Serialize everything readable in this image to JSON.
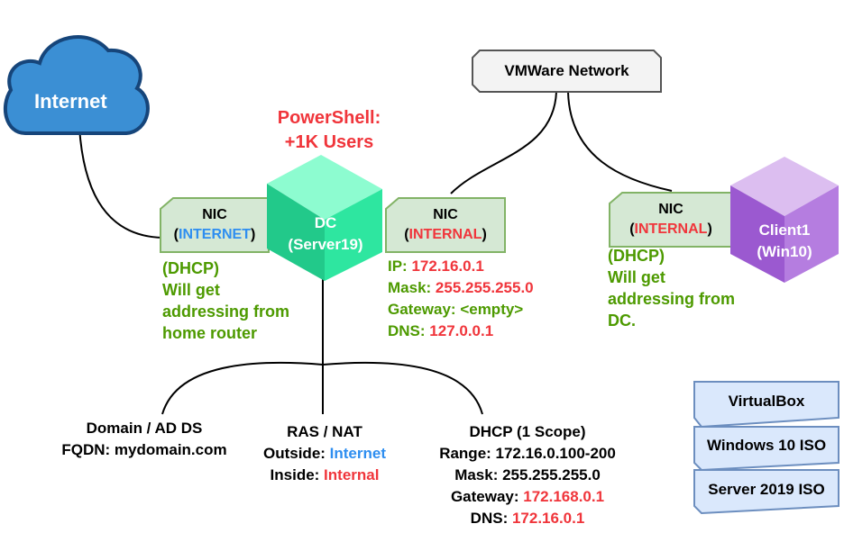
{
  "internet": {
    "label": "Internet"
  },
  "vmware": {
    "label": "VMWare Network"
  },
  "powershell": {
    "line1": "PowerShell:",
    "line2": "+1K Users"
  },
  "dc": {
    "line1": "DC",
    "line2": "(Server19)"
  },
  "client": {
    "line1": "Client1",
    "line2": "(Win10)"
  },
  "nic_internet": {
    "title": "NIC",
    "open": "(",
    "name": "INTERNET",
    "close": ")"
  },
  "nic_dc_internal": {
    "title": "NIC",
    "open": "(",
    "name": "INTERNAL",
    "close": ")"
  },
  "nic_client_internal": {
    "title": "NIC",
    "open": "(",
    "name": "INTERNAL",
    "close": ")"
  },
  "internet_nic_note": [
    "(DHCP)",
    "Will get",
    "addressing from",
    "home router"
  ],
  "client_nic_note": [
    "(DHCP)",
    "Will get",
    "addressing from",
    "DC."
  ],
  "dc_config": {
    "ip_label": "IP: ",
    "ip": "172.16.0.1",
    "mask_label": "Mask: ",
    "mask": "255.255.255.0",
    "gateway_label": "Gateway: ",
    "gateway": "<empty>",
    "dns_label": "DNS: ",
    "dns": "127.0.0.1"
  },
  "roles": {
    "adds": {
      "line1": "Domain / AD DS",
      "line2": "FQDN: mydomain.com"
    },
    "rasnat": {
      "title": "RAS / NAT",
      "outside_label": "Outside: ",
      "outside": "Internet",
      "inside_label": "Inside: ",
      "inside": "Internal"
    },
    "dhcp": {
      "title": "DHCP (1 Scope)",
      "range": "Range: 172.16.0.100-200",
      "mask": "Mask: 255.255.255.0",
      "gateway_label": "Gateway: ",
      "gateway": "172.168.0.1",
      "dns_label": "DNS: ",
      "dns": "172.16.0.1"
    }
  },
  "software": [
    "VirtualBox",
    "Windows 10 ISO",
    "Server 2019 ISO"
  ],
  "colors": {
    "cloud_fill": "#3b8fd4",
    "cloud_stroke": "#16457a",
    "dc_front": "#22c98a",
    "dc_side": "#2ee6a0",
    "dc_top": "#8dfcd0",
    "client_front": "#9b59d0",
    "client_side": "#b57de0",
    "client_top": "#dcbef0",
    "nic_fill": "#d5e8d4",
    "nic_stroke": "#82b366",
    "doc_fill": "#dae8fc",
    "doc_stroke": "#6c8ebf",
    "green": "#4d9a00",
    "red": "#f0353b",
    "blue": "#2e8ef0"
  }
}
